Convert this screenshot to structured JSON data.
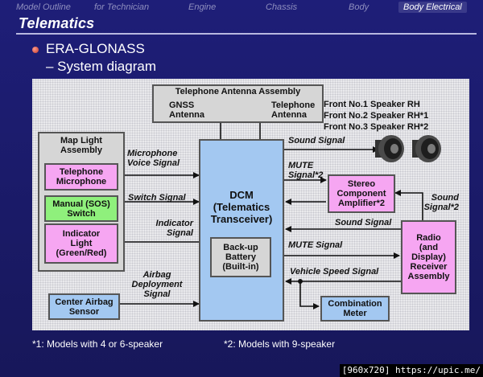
{
  "nav": {
    "tabs": [
      "Model Outline",
      "for Technician",
      "Engine",
      "Chassis",
      "Body",
      "Body Electrical"
    ],
    "active": "Body Electrical"
  },
  "page_title": "Telematics",
  "heading": "ERA-GLONASS",
  "subheading": "– System diagram",
  "diagram": {
    "antenna_assembly": {
      "title": "Telephone Antenna Assembly",
      "gnss": "GNSS\nAntenna",
      "telephone": "Telephone\nAntenna"
    },
    "speakers": [
      "Front No.1 Speaker RH",
      "Front No.2 Speaker RH*1",
      "Front No.3 Speaker RH*2"
    ],
    "map_light_assembly": "Map Light\nAssembly",
    "telephone_microphone": "Telephone\nMicrophone",
    "sos_switch": "Manual (SOS)\nSwitch",
    "indicator_light": "Indicator\nLight\n(Green/Red)",
    "center_airbag_sensor": "Center Airbag\nSensor",
    "dcm": "DCM\n(Telematics\nTransceiver)",
    "backup_battery": "Back-up\nBattery\n(Built-in)",
    "stereo_amplifier": "Stereo\nComponent\nAmplifier*2",
    "radio_receiver": "Radio\n(and\nDisplay)\nReceiver\nAssembly",
    "combination_meter": "Combination\nMeter",
    "signals": {
      "microphone_voice": "Microphone\nVoice Signal",
      "switch": "Switch Signal",
      "indicator": "Indicator\nSignal",
      "airbag_deployment": "Airbag\nDeployment\nSignal",
      "sound_signal_top": "Sound Signal",
      "mute_signal_top": "MUTE\nSignal*2",
      "sound_signal_right": "Sound\nSignal*2",
      "sound_signal_mid": "Sound Signal",
      "mute_signal_mid": "MUTE Signal",
      "vehicle_speed": "Vehicle Speed Signal"
    }
  },
  "footnotes": {
    "note1": "*1: Models with 4 or 6-speaker",
    "note2": "*2: Models with 9-speaker"
  },
  "watermark": "[960x720] https://upic.me/",
  "colors": {
    "background": "#1d1d70",
    "dcm_fill": "#a3c8f1",
    "pink_fill": "#f6a6f2",
    "green_fill": "#8ff07c",
    "blue_fill": "#a3c8f1",
    "antenna_fill": "#d6d6d6"
  }
}
